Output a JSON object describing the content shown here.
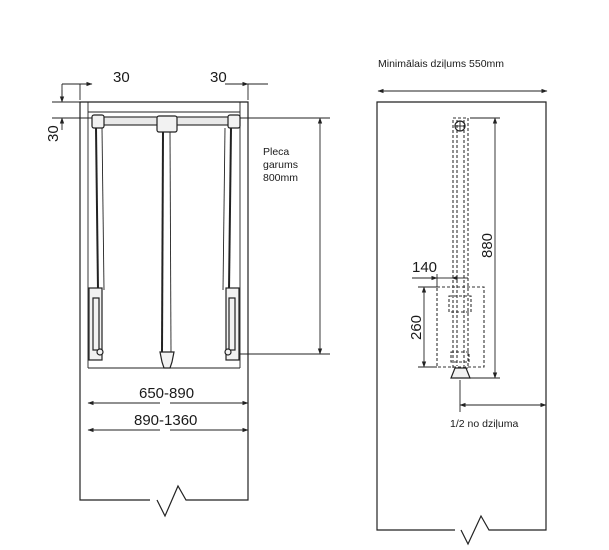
{
  "front_view": {
    "dim_side_left": "30",
    "dim_side_right": "30",
    "dim_top": "30",
    "rod_length_label_line1": "Pleca",
    "rod_length_label_line2": "garums",
    "rod_length_label_line3": "800mm",
    "dim_width_rod": "650-890",
    "dim_width_cabinet": "890-1360"
  },
  "side_view": {
    "min_depth_label": "Minimālais dziļums 550mm",
    "dim_height": "880",
    "dim_offset": "140",
    "dim_hook": "260",
    "half_depth_label": "1/2 no dziļuma"
  }
}
